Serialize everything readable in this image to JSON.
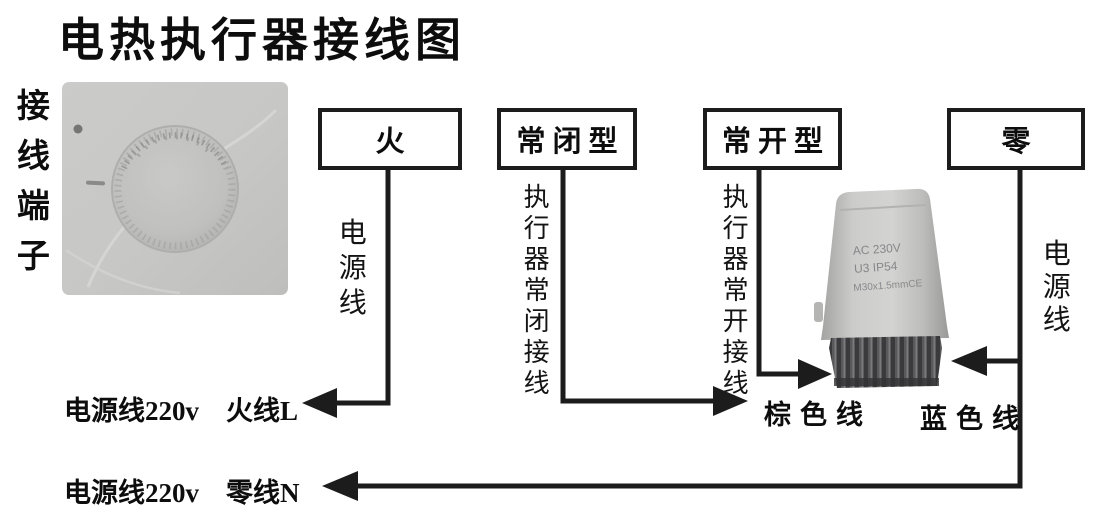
{
  "title": "电热执行器接线图",
  "terminal_block_label": "接线端子",
  "boxes": {
    "live": "火",
    "normally_closed": "常闭型",
    "normally_open": "常开型",
    "neutral": "零"
  },
  "wire_labels": {
    "live_power": "电源线",
    "nc_line": "执行器常闭接线",
    "no_line": "执行器常开接线",
    "neutral_power": "电源线"
  },
  "bottom_labels": {
    "live": "电源线220v　火线L",
    "neutral": "电源线220v　零线N",
    "brown": "棕色线",
    "blue": "蓝色线"
  },
  "actuator_markings": {
    "line1": "AC 230V",
    "line2": "U3 IP54",
    "line3": "M30x1.5mmCE"
  },
  "colors": {
    "wire": "#1c1c1c",
    "box_border": "#1c1c1c",
    "thermostat_gray": "#c7c7c5",
    "actuator_body_gray": "#c9c9c7",
    "actuator_base_dark": "#4a4a48"
  }
}
